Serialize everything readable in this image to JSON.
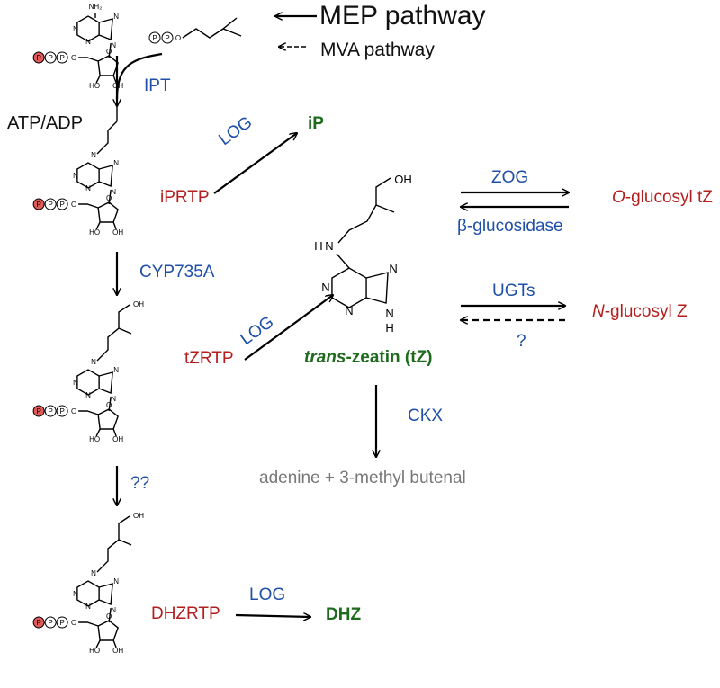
{
  "diagram": {
    "pathways": {
      "mep": "MEP pathway",
      "mva": "MVA pathway"
    },
    "substrate": "ATP/ADP",
    "enzymes": {
      "ipt": "IPT",
      "log1": "LOG",
      "cyp": "CYP735A",
      "log2": "LOG",
      "unknown": "??",
      "log3": "LOG",
      "zog": "ZOG",
      "bglu": "β-glucosidase",
      "ugts": "UGTs",
      "unknown2": "?",
      "ckx": "CKX"
    },
    "intermediates": {
      "iprtp": "iPRTP",
      "tzrtp": "tZRTP",
      "dhzrtp": "DHZRTP"
    },
    "products": {
      "ip": "iP",
      "dhz": "DHZ",
      "tz_italic": "trans",
      "tz_rest": "-zeatin  (tZ)"
    },
    "conjugates": {
      "o_italic": "O",
      "o_rest": "-glucosyl tZ",
      "n_italic": "N",
      "n_rest": "-glucosyl Z"
    },
    "degradation": "adenine + 3-methyl butenal",
    "atoms": {
      "p": "P",
      "o": "O",
      "n": "N",
      "oh": "OH",
      "ho": "HO",
      "nh2": "NH₂",
      "h": "H",
      "hn": "N",
      "nh": "H"
    }
  },
  "colors": {
    "enzyme": "#1f4fa8",
    "intermediate": "#b41e1e",
    "product": "#1e6b1e",
    "degradation": "#777777",
    "phosphate_red": "#e05a5a"
  }
}
